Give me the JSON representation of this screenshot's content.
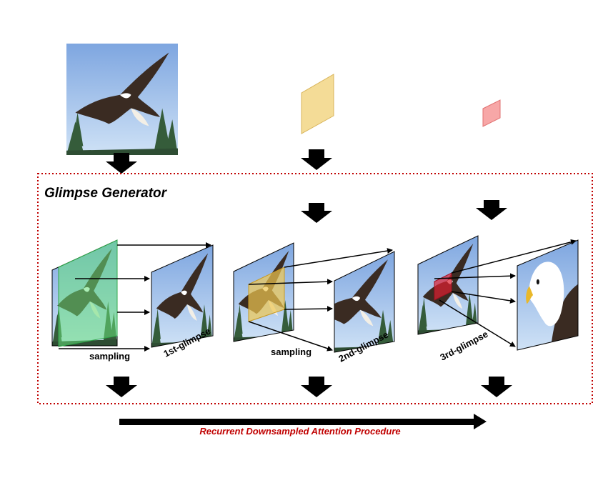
{
  "title": "Glimpse Generator",
  "bottom_caption": "Recurrent Downsampled Attention Procedure",
  "labels": {
    "sampling_1": "sampling",
    "sampling_2": "sampling",
    "glimpse_1": "1st-glimpse",
    "glimpse_2": "2nd-glimpse",
    "glimpse_3": "3rd-glimpse"
  },
  "colors": {
    "region_border": "#c00000",
    "caption": "#c00000",
    "glimpse_1_region": "#66e07a",
    "glimpse_2_region": "#f0c850",
    "glimpse_3_region": "#e02030",
    "sky": "#a9c9ec",
    "eagle": "#3a2b22",
    "tree": "#355c3a",
    "arrow": "#000000"
  },
  "icons": {
    "input": "eagle-photo",
    "step_arrows": "down-arrow-icon",
    "timeline": "right-arrow-icon"
  }
}
